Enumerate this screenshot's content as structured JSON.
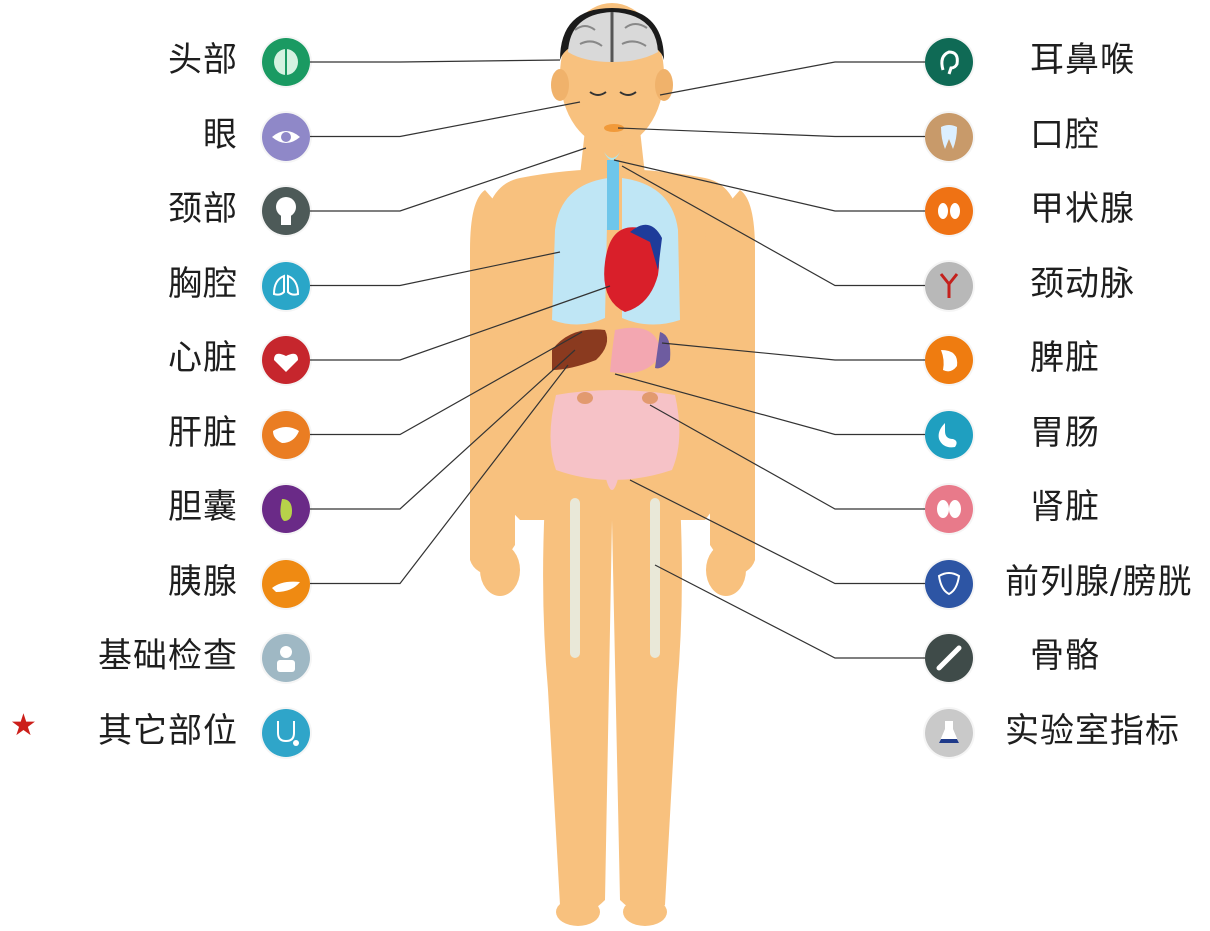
{
  "left_items": [
    {
      "id": "head",
      "label": "头部",
      "icon": "brain-icon",
      "color": "#1a9a62"
    },
    {
      "id": "eye",
      "label": "眼",
      "icon": "eye-icon",
      "color": "#8f88c8"
    },
    {
      "id": "neck",
      "label": "颈部",
      "icon": "neck-icon",
      "color": "#4d5a58"
    },
    {
      "id": "chest",
      "label": "胸腔",
      "icon": "lungs-icon",
      "color": "#2aa6c8"
    },
    {
      "id": "heart",
      "label": "心脏",
      "icon": "heart-icon",
      "color": "#c6262d"
    },
    {
      "id": "liver",
      "label": "肝脏",
      "icon": "liver-icon",
      "color": "#ea7d22"
    },
    {
      "id": "gallbladder",
      "label": "胆囊",
      "icon": "gallbladder-icon",
      "color": "#6a2a87"
    },
    {
      "id": "pancreas",
      "label": "胰腺",
      "icon": "pancreas-icon",
      "color": "#ef8a12"
    },
    {
      "id": "basic",
      "label": "基础检查",
      "icon": "doctor-icon",
      "color": "#9fb8c4"
    },
    {
      "id": "other",
      "label": "其它部位",
      "icon": "stethoscope-icon",
      "color": "#2fa5c9"
    }
  ],
  "right_items": [
    {
      "id": "ent",
      "label": "耳鼻喉",
      "icon": "ear-icon",
      "color": "#0f6a55"
    },
    {
      "id": "oral",
      "label": "口腔",
      "icon": "tooth-icon",
      "color": "#c89a6a"
    },
    {
      "id": "thyroid",
      "label": "甲状腺",
      "icon": "thyroid-icon",
      "color": "#ef7214"
    },
    {
      "id": "carotid",
      "label": "颈动脉",
      "icon": "artery-icon",
      "color": "#b8b8b8"
    },
    {
      "id": "spleen",
      "label": "脾脏",
      "icon": "spleen-icon",
      "color": "#ef7c10"
    },
    {
      "id": "stomach",
      "label": "胃肠",
      "icon": "stomach-icon",
      "color": "#1f9fc0"
    },
    {
      "id": "kidney",
      "label": "肾脏",
      "icon": "kidney-icon",
      "color": "#e87a8a"
    },
    {
      "id": "prostate",
      "label": "前列腺/膀胱",
      "icon": "prostate-icon",
      "color": "#2d55a4"
    },
    {
      "id": "bone",
      "label": "骨骼",
      "icon": "bone-icon",
      "color": "#3f4b49"
    },
    {
      "id": "lab",
      "label": "实验室指标",
      "icon": "flask-icon",
      "color": "#c9c9c9"
    }
  ],
  "marker": {
    "symbol": "★",
    "color": "#cc1f1a"
  },
  "figure": {
    "skin": "#f8c17e",
    "lung": "#bfe6f5",
    "heart": "#d91f2a",
    "liver": "#8a3a1f",
    "stomach": "#f3a7b1",
    "intestine": "#f6c2c7",
    "bone": "#e9e8d8",
    "hair": "#1b1b1b",
    "brain": "#d9d9d9"
  }
}
